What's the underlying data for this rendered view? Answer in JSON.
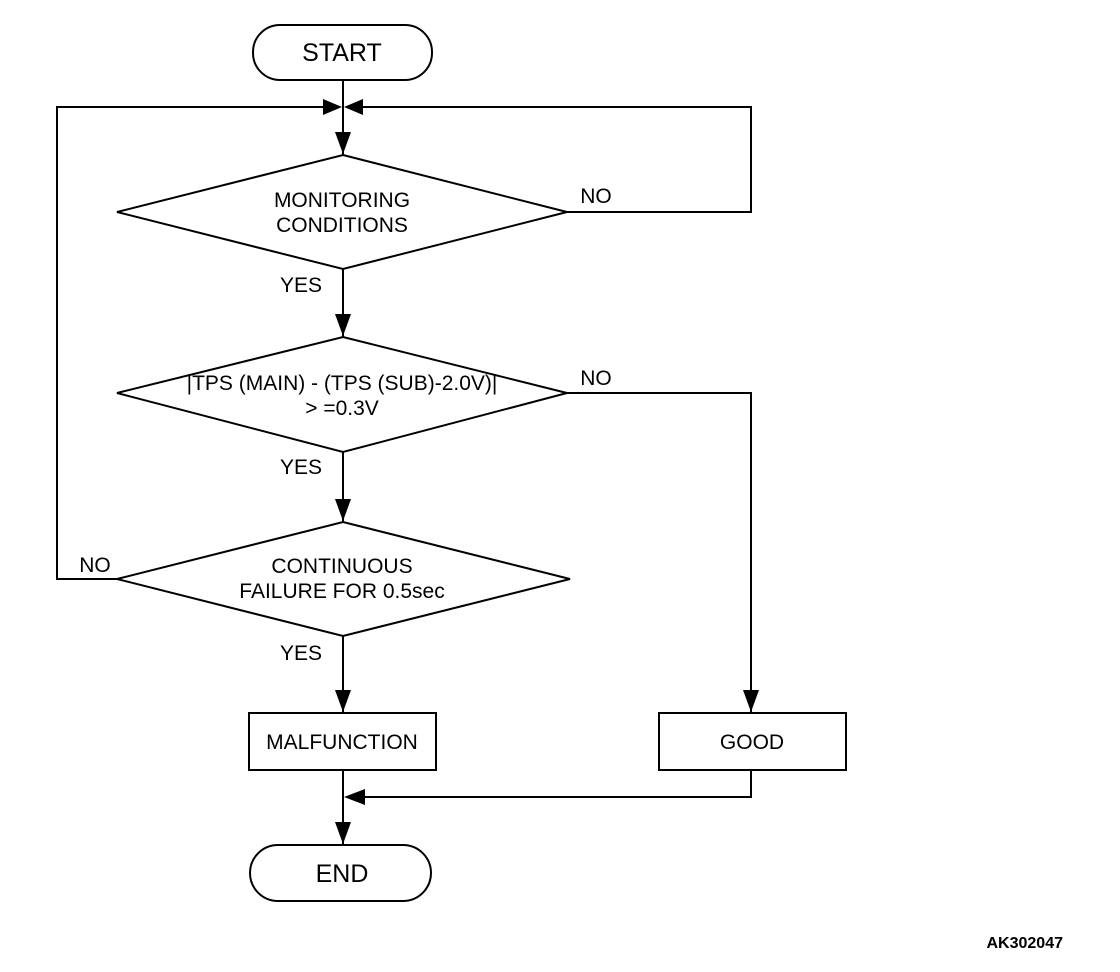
{
  "nodes": {
    "start": "START",
    "monitoring": [
      "MONITORING",
      "CONDITIONS"
    ],
    "tps_check": [
      "|TPS (MAIN) - (TPS (SUB)-2.0V)|",
      "> =0.3V"
    ],
    "continuous": [
      "CONTINUOUS",
      "FAILURE FOR 0.5sec"
    ],
    "malfunction": "MALFUNCTION",
    "good": "GOOD",
    "end": "END"
  },
  "edges": {
    "monitoring_yes": "YES",
    "monitoring_no": "NO",
    "tps_yes": "YES",
    "tps_no": "NO",
    "continuous_yes": "YES",
    "continuous_no": "NO"
  },
  "figure_code": "AK302047"
}
